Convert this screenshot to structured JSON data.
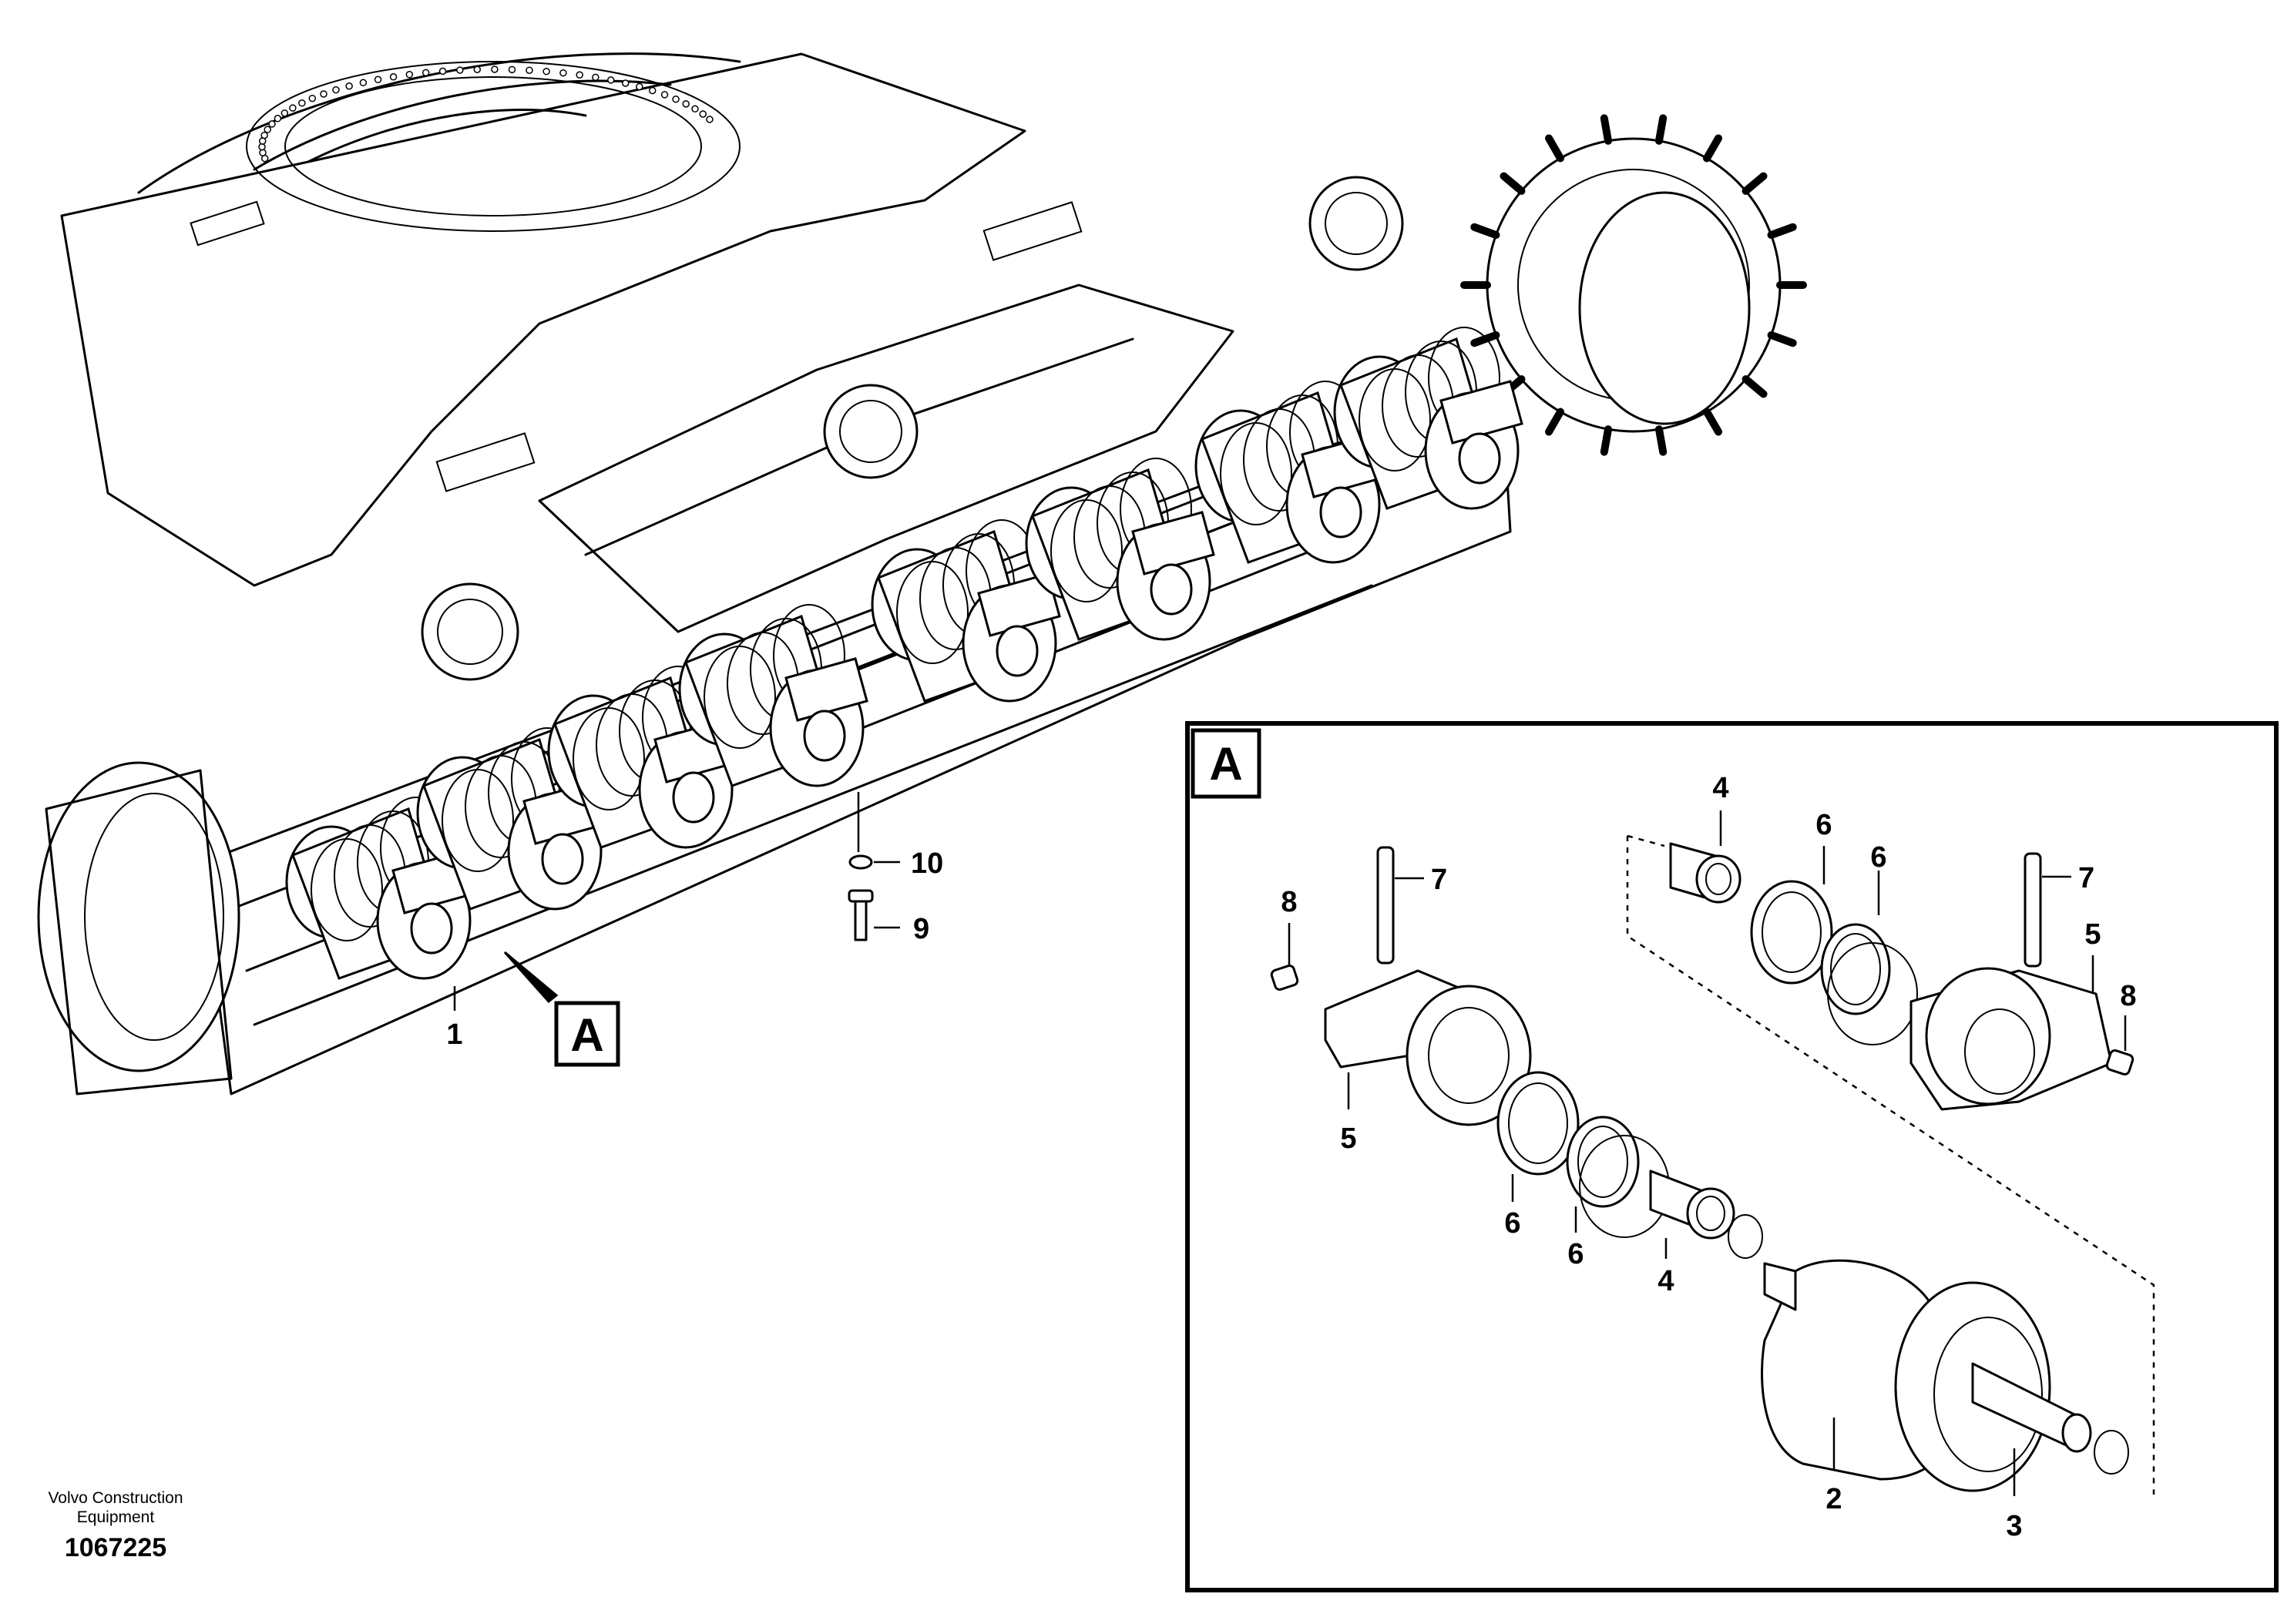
{
  "view_callout": {
    "letter": "A"
  },
  "detail_view": {
    "letter": "A"
  },
  "main_labels": {
    "p1": "1",
    "p9": "9",
    "p10": "10"
  },
  "detail_labels": {
    "p2": "2",
    "p3": "3",
    "p4_top": "4",
    "p4_bottom": "4",
    "p5_left": "5",
    "p5_right": "5",
    "p6_a": "6",
    "p6_b": "6",
    "p6_c": "6",
    "p6_d": "6",
    "p7_left": "7",
    "p7_right": "7",
    "p8_left": "8",
    "p8_right": "8"
  },
  "footer": {
    "company_line1": "Volvo Construction",
    "company_line2": "Equipment",
    "doc_number": "1067225"
  }
}
